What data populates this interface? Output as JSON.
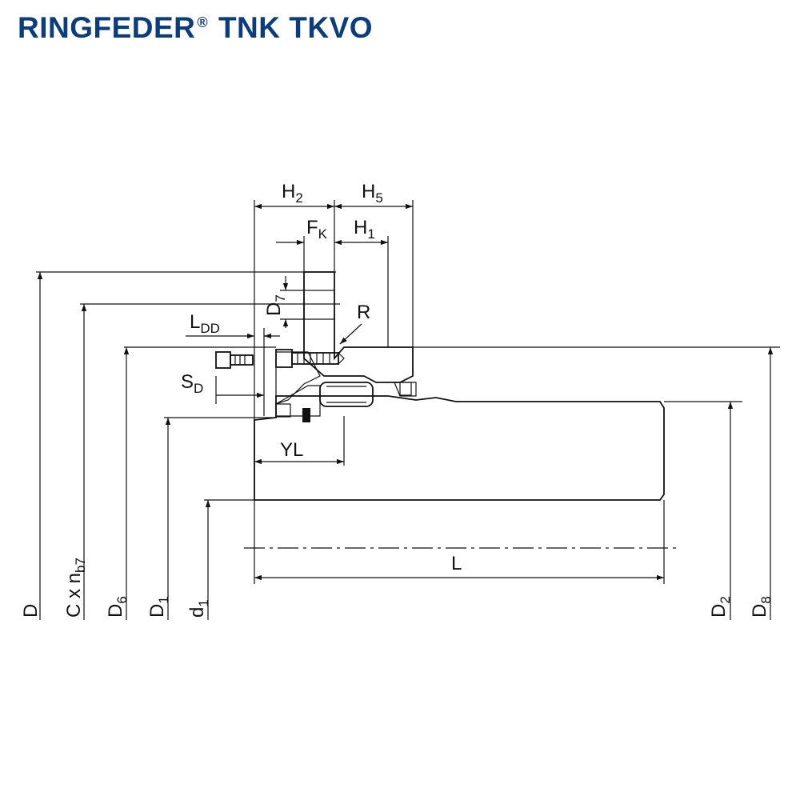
{
  "header": {
    "title_main": "RINGFEDER",
    "title_mark": "®",
    "title_rest": " TNK TKVO",
    "brand_color": "#0b3c7d"
  },
  "labels": {
    "H2": {
      "base": "H",
      "sub": "2"
    },
    "H5": {
      "base": "H",
      "sub": "5"
    },
    "FK": {
      "base": "F",
      "sub": "K"
    },
    "H1": {
      "base": "H",
      "sub": "1"
    },
    "D7": {
      "base": "D",
      "sub": "7"
    },
    "R": "R",
    "LDD": {
      "base": "L",
      "sub": "DD"
    },
    "SD": {
      "base": "S",
      "sub": "D"
    },
    "YL": "YL",
    "L": "L",
    "D": "D",
    "Cxnb7": {
      "base": "C x n",
      "sub": "b7"
    },
    "D6": {
      "base": "D",
      "sub": "6"
    },
    "D1": {
      "base": "D",
      "sub": "1"
    },
    "d1": {
      "base": "d",
      "sub": "1"
    },
    "D2": {
      "base": "D",
      "sub": "2"
    },
    "D8": {
      "base": "D",
      "sub": "8"
    }
  }
}
